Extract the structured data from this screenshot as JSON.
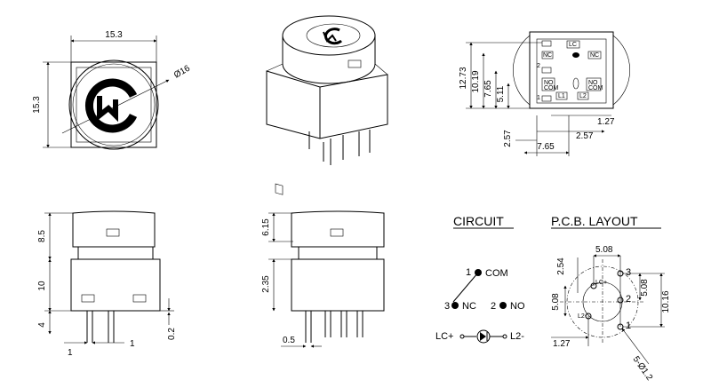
{
  "top_view": {
    "width_dim": "15.3",
    "height_dim": "15.3",
    "diameter_dim": "Ø16"
  },
  "side_view": {
    "height_dims": [
      "12.73",
      "10.19",
      "7.65",
      "5.11"
    ],
    "small_dim": "1.27",
    "horizontal_dims": [
      "2.57",
      "2.57",
      "7.65"
    ],
    "pin_labels": [
      "LC",
      "NC",
      "NC",
      "NO",
      "COM",
      "L1",
      "L2"
    ],
    "pin_numbers": [
      "1",
      "2",
      "3"
    ]
  },
  "front_view": {
    "dims_vertical": [
      "8.5",
      "10",
      "4"
    ],
    "dims_bottom": [
      "1",
      "1"
    ],
    "small_dim": "0.2"
  },
  "profile_view": {
    "dims_vertical": [
      "6.15",
      "2.35"
    ],
    "dim_bottom": "0.5"
  },
  "circuit": {
    "title": "CIRCUIT",
    "com_number": "1",
    "com_label": "COM",
    "nc_number": "3",
    "nc_label": "NC",
    "no_number": "2",
    "no_label": "NO",
    "led_plus": "LC+",
    "led_minus": "L2-"
  },
  "pcb": {
    "title": "P.C.B. LAYOUT",
    "dim_top": "2.54",
    "dim_h1": "5.08",
    "dim_left": "5.08",
    "dim_right_inner": "5.08",
    "dim_right_outer": "10.16",
    "dim_bottom": "1.27",
    "hole_dim": "5-Ø1.2",
    "hole_labels": [
      "3",
      "2",
      "1"
    ],
    "led_labels": [
      "LC+",
      "L2-"
    ]
  }
}
